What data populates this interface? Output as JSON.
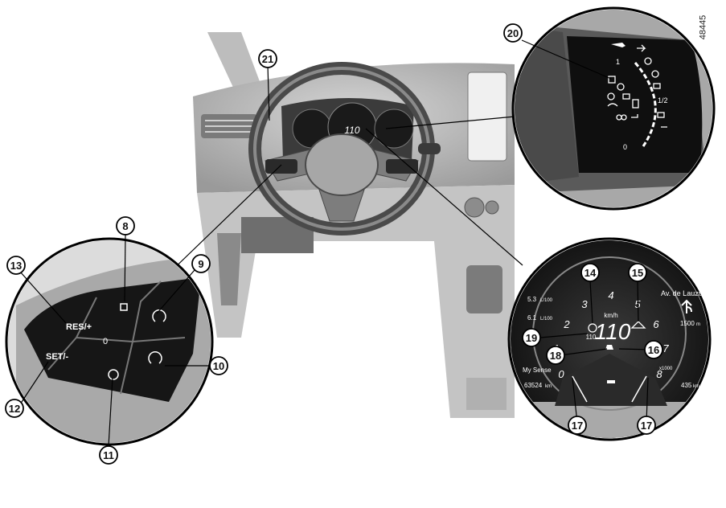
{
  "reference_code": "48445",
  "callouts": {
    "c8": "8",
    "c9": "9",
    "c10": "10",
    "c11": "11",
    "c12": "12",
    "c13": "13",
    "c14": "14",
    "c15": "15",
    "c16": "16",
    "c17a": "17",
    "c17b": "17",
    "c18": "18",
    "c19": "19",
    "c20": "20",
    "c21": "21"
  },
  "steering_buttons": {
    "res": "RES/+",
    "set": "SET/-",
    "zero": "0"
  },
  "cluster": {
    "speed": "110",
    "unit": "km/h",
    "set_speed": "110",
    "consumption_1": "5.3",
    "consumption_1_unit": "L/100",
    "consumption_2": "6.1",
    "consumption_2_unit": "L/100",
    "nav_street": "Av. de Lauzun",
    "nav_distance": "1500",
    "nav_distance_unit": "m",
    "mode": "My Sense",
    "odometer": "63524",
    "odometer_unit": "km",
    "range": "435",
    "range_unit": "km",
    "rpm_unit": "x1000",
    "ticks": [
      "0",
      "1",
      "2",
      "3",
      "4",
      "5",
      "6",
      "7",
      "8"
    ]
  },
  "indicator_panel": {
    "scale_top": "1",
    "scale_mid": "1/2",
    "scale_bottom": "0"
  },
  "dash_speed": "110"
}
